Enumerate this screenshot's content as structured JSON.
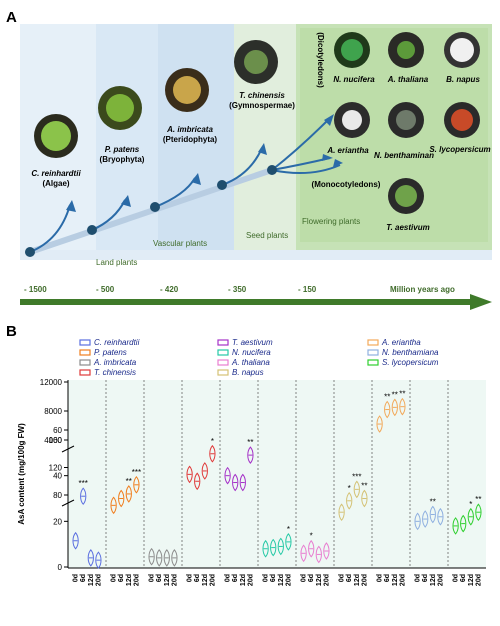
{
  "panel_a": {
    "label": "A",
    "organisms": [
      {
        "name": "C. reinhardtii",
        "group": "(Algae)"
      },
      {
        "name": "P. patens",
        "group": "(Bryophyta)"
      },
      {
        "name": "A. imbricata",
        "group": "(Pteridophyta)"
      },
      {
        "name": "T. chinensis",
        "group": "(Gymnospermae)"
      }
    ],
    "dicot_label": "(Dicotyledons)",
    "monocot_label": "(Monocotyledons)",
    "dicots": [
      "N. nucifera",
      "A. thaliana",
      "B. napus",
      "A. eriantha",
      "N. benthaminan",
      "S. lycopersicum"
    ],
    "monocots": [
      "T. aestivum"
    ],
    "eras": [
      "Land plants",
      "Vascular plants",
      "Seed plants",
      "Flowering plants"
    ],
    "timeline": [
      "- 1500",
      "- 500",
      "- 420",
      "- 350",
      "- 150"
    ],
    "timeline_unit": "Million years ago",
    "colors": {
      "band1": "#dcebf6",
      "band2": "#d2e4f3",
      "band3": "#c9ddef",
      "band4": "#cfe7cf",
      "band5": "#b9dba8",
      "arrow": "#3f6b2a",
      "curve": "#2b6ba8",
      "dot": "#1f4e6e"
    }
  },
  "panel_b": {
    "label": "B",
    "legend": [
      {
        "name": "C. reinhardtii",
        "color": "#5b6fe0"
      },
      {
        "name": "P. patens",
        "color": "#f07e1e"
      },
      {
        "name": "A. imbricata",
        "color": "#8c8c8c"
      },
      {
        "name": "T. chinensis",
        "color": "#e03a3a"
      },
      {
        "name": "T. aestivum",
        "color": "#a532c8"
      },
      {
        "name": "N. nucifera",
        "color": "#26c9a6"
      },
      {
        "name": "A. thaliana",
        "color": "#e87ed0"
      },
      {
        "name": "B. napus",
        "color": "#d4c275"
      },
      {
        "name": "A. eriantha",
        "color": "#f2a95a"
      },
      {
        "name": "N. benthamiana",
        "color": "#8fb0e0"
      },
      {
        "name": "S. lycopersicum",
        "color": "#2fcf2f"
      }
    ],
    "ylabel": "AsA content (mg/100g FW)",
    "xticks": [
      "0d",
      "6d",
      "12d",
      "20d"
    ],
    "chart_data": {
      "type": "violin",
      "ylabel": "AsA content (mg/100g FW)",
      "yticks": [
        0,
        20,
        40,
        60,
        80,
        120,
        160,
        4000,
        8000,
        12000
      ],
      "categories": [
        "0d",
        "6d",
        "12d",
        "20d"
      ],
      "series": [
        {
          "name": "C. reinhardtii",
          "values": [
            11.5,
            31,
            4,
            3
          ],
          "stars": [
            "",
            "***",
            "",
            ""
          ]
        },
        {
          "name": "P. patens",
          "values": [
            27,
            30,
            32,
            36
          ],
          "stars": [
            "",
            "",
            "**",
            "***"
          ]
        },
        {
          "name": "A. imbricata",
          "values": [
            4.5,
            4,
            4,
            4
          ],
          "stars": [
            "",
            "",
            "",
            ""
          ]
        },
        {
          "name": "T. chinensis",
          "values": [
            110,
            100,
            115,
            140
          ],
          "stars": [
            "",
            "",
            "",
            "*"
          ]
        },
        {
          "name": "T. aestivum",
          "values": [
            40,
            37,
            37,
            49
          ],
          "stars": [
            "",
            "",
            "",
            "**"
          ]
        },
        {
          "name": "N. nucifera",
          "values": [
            8,
            8.5,
            9,
            11
          ],
          "stars": [
            "",
            "",
            "",
            "*"
          ]
        },
        {
          "name": "A. thaliana",
          "values": [
            6,
            8,
            5.5,
            7
          ],
          "stars": [
            "",
            "*",
            "",
            ""
          ]
        },
        {
          "name": "B. napus",
          "values": [
            24,
            29,
            34,
            30
          ],
          "stars": [
            "",
            "*",
            "***",
            "**"
          ]
        },
        {
          "name": "A. eriantha",
          "values": [
            6200,
            8200,
            8500,
            8600
          ],
          "stars": [
            "",
            "**",
            "**",
            "**"
          ]
        },
        {
          "name": "N. benthamiana",
          "values": [
            20,
            21,
            23,
            22
          ],
          "stars": [
            "",
            "",
            "**",
            ""
          ]
        },
        {
          "name": "S. lycopersicum",
          "values": [
            18,
            19,
            22,
            24
          ],
          "stars": [
            "",
            "",
            "*",
            "**"
          ]
        }
      ]
    }
  }
}
